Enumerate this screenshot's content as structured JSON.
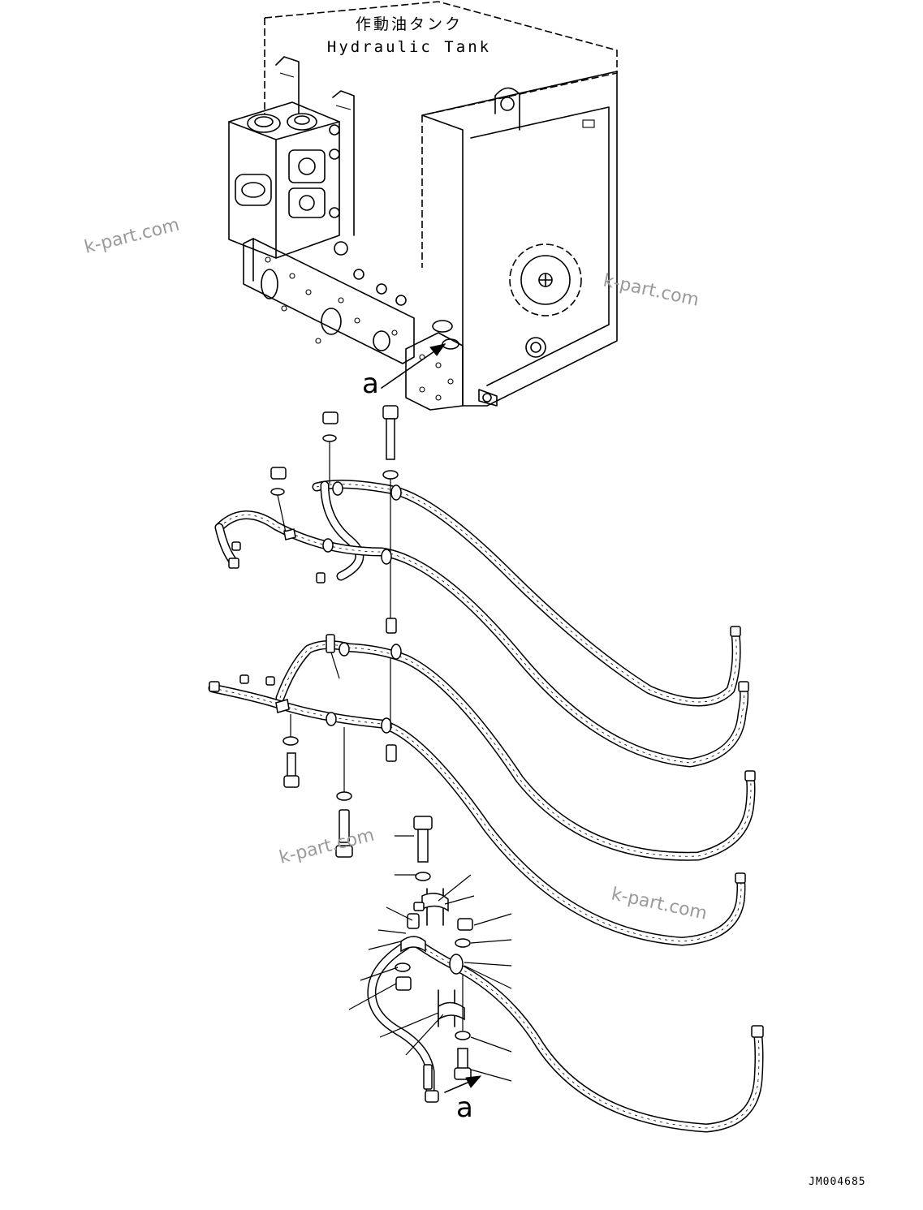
{
  "tank_label_jp": "作動油タンク",
  "tank_label_en": "Hydraulic Tank",
  "callouts": {
    "top": "a",
    "bottom": "a"
  },
  "watermark": "k-part.com",
  "drawing_code": "JM004685"
}
